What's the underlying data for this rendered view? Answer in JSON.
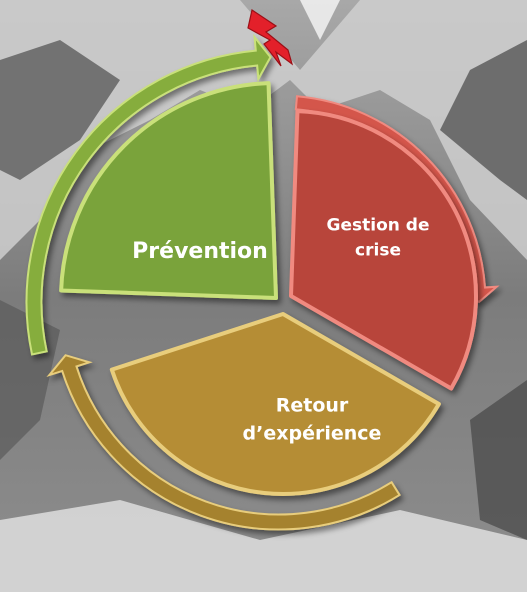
{
  "diagram": {
    "segments": [
      {
        "id": "prevention",
        "lines": [
          "Prévention"
        ],
        "fill": "#7aa33a",
        "edge": "#c9e07a",
        "arrow": "#86ad3e"
      },
      {
        "id": "gestion",
        "lines": [
          "Gestion de",
          "crise"
        ],
        "fill": "#b8443a",
        "edge": "#f08a80",
        "arrow": "#d4574c"
      },
      {
        "id": "retour",
        "lines": [
          "Retour",
          "d’expérience"
        ],
        "fill": "#b58d36",
        "edge": "#e8cd7c",
        "arrow": "#a5822f"
      }
    ],
    "alert_icon": {
      "name": "lightning-bolt-icon",
      "color": "#e3202a"
    }
  }
}
